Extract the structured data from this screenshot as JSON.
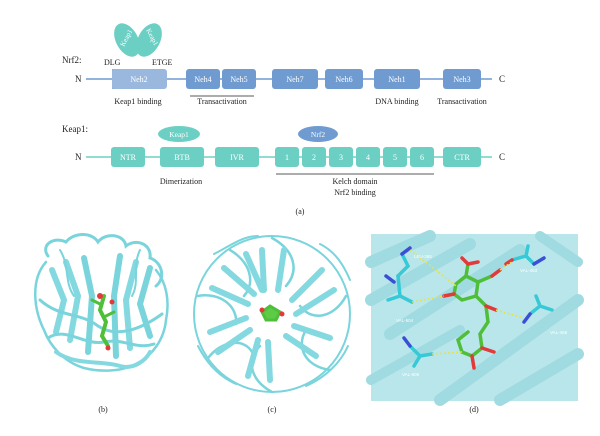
{
  "colors": {
    "nrf2_domain": "#6f9bd1",
    "nrf2_neh2": "#9ab8de",
    "keap1_domain": "#6ccfc4",
    "nrf2_badge": "#6f9bd1",
    "cartoon": "#7ad4dc",
    "ligand_carbon": "#4fbf3a",
    "oxygen": "#e23a3a",
    "nitrogen": "#3a4fd6",
    "residue_carbon": "#37c9d6",
    "hbond": "#e6e24a"
  },
  "panel_a": {
    "label": "(a)",
    "nrf2": {
      "row_label": "Nrf2:",
      "n_terminus": "N",
      "c_terminus": "C",
      "motif_left": "DLG",
      "motif_right": "ETGE",
      "keap1_bound_left": "Keap1",
      "keap1_bound_right": "Keap1",
      "domains": [
        "Neh2",
        "Neh4",
        "Neh5",
        "Neh7",
        "Neh6",
        "Neh1",
        "Neh3"
      ],
      "annotations": {
        "keap1_binding": "Keap1 binding",
        "transactivation_1": "Transactivation",
        "dna_binding": "DNA binding",
        "transactivation_2": "Transactivation"
      }
    },
    "keap1": {
      "row_label": "Keap1:",
      "n_terminus": "N",
      "c_terminus": "C",
      "domains": [
        "NTR",
        "BTB",
        "IVR",
        "1",
        "2",
        "3",
        "4",
        "5",
        "6",
        "CTR"
      ],
      "btb_partner": "Keap1",
      "kelch_partner": "Nrf2",
      "annotations": {
        "dimerization": "Dimerization",
        "kelch_domain": "Kelch domain",
        "nrf2_binding": "Nrf2 binding"
      }
    }
  },
  "panel_b": {
    "label": "(b)"
  },
  "panel_c": {
    "label": "(c)"
  },
  "panel_d": {
    "label": "(d)",
    "residues": [
      "LEU-365",
      "VAL-463",
      "VAL-604",
      "VAL-465",
      "VAL-606"
    ]
  }
}
